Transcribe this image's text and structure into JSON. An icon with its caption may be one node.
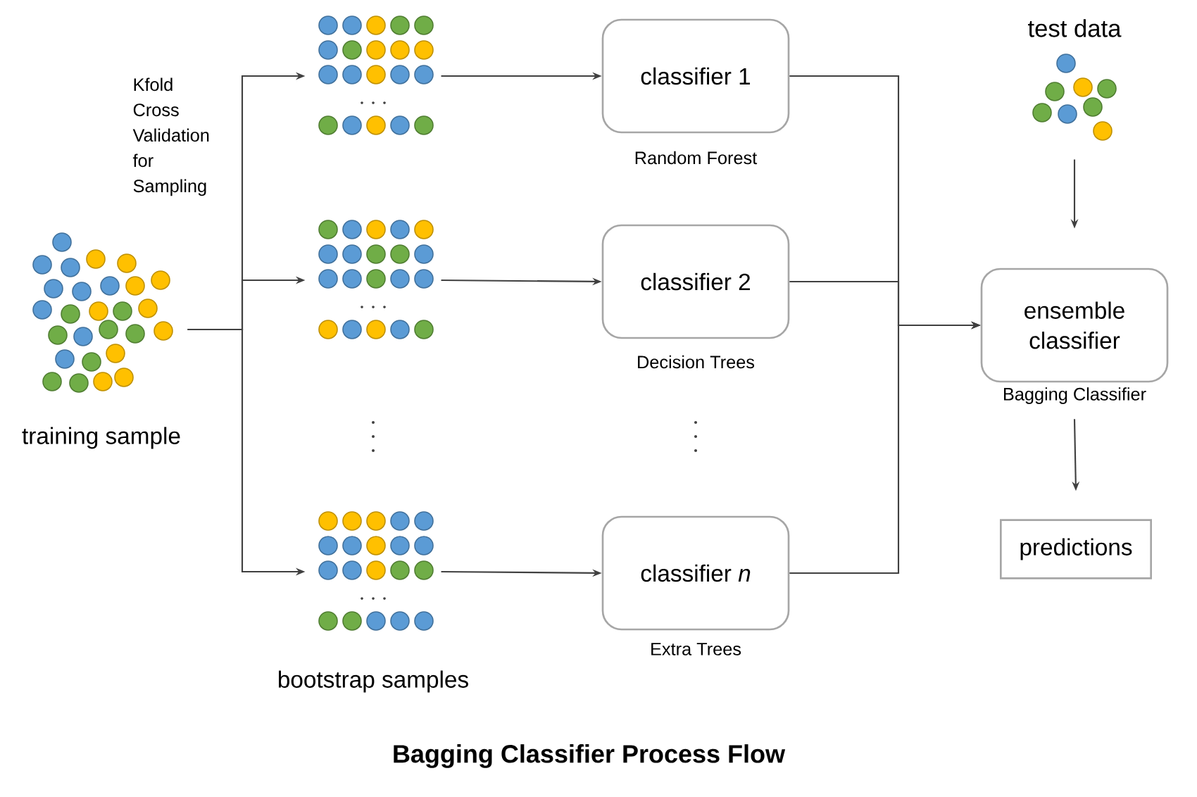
{
  "diagram": {
    "caption": "Bagging Classifier Process Flow",
    "nodes": [
      {
        "text": [],
        "shape": "picture",
        "beside": [
          "training sample"
        ]
      },
      {
        "text": [],
        "shape": "picture"
      },
      {
        "text": [],
        "shape": "picture"
      },
      {
        "text": [],
        "shape": "picture"
      },
      {
        "text": [
          "classifier 1"
        ],
        "beside": [
          "Random Forest"
        ]
      },
      {
        "text": [
          "classifier 2"
        ],
        "beside": [
          "Decision Trees"
        ]
      },
      {
        "text": [
          "classifier *n*"
        ],
        "beside": [
          "Extra Trees"
        ]
      },
      {
        "text": [],
        "shape": "picture",
        "beside": [
          "test data"
        ]
      },
      {
        "text": [
          "ensemble classifier"
        ],
        "beside": [
          "Bagging Classifier"
        ]
      },
      {
        "text": [
          "predictions"
        ]
      }
    ],
    "edges": [
      {
        "from": 0,
        "to": 1,
        "arrow": "to"
      },
      {
        "from": 0,
        "to": 2,
        "arrow": "to"
      },
      {
        "from": 0,
        "to": 3,
        "arrow": "to"
      },
      {
        "from": 1,
        "to": 4,
        "arrow": "to"
      },
      {
        "from": 2,
        "to": 5,
        "arrow": "to"
      },
      {
        "from": 3,
        "to": 6,
        "arrow": "to"
      },
      {
        "from": 4,
        "to": 8,
        "arrow": "to"
      },
      {
        "from": 5,
        "to": 8,
        "arrow": "to"
      },
      {
        "from": 6,
        "to": 8,
        "arrow": "to"
      },
      {
        "from": 7,
        "to": 8,
        "arrow": "to"
      },
      {
        "from": 8,
        "to": 9,
        "arrow": "to"
      }
    ],
    "labels": [
      "Kfold Cross Validation for Sampling",
      "bootstrap samples"
    ]
  }
}
